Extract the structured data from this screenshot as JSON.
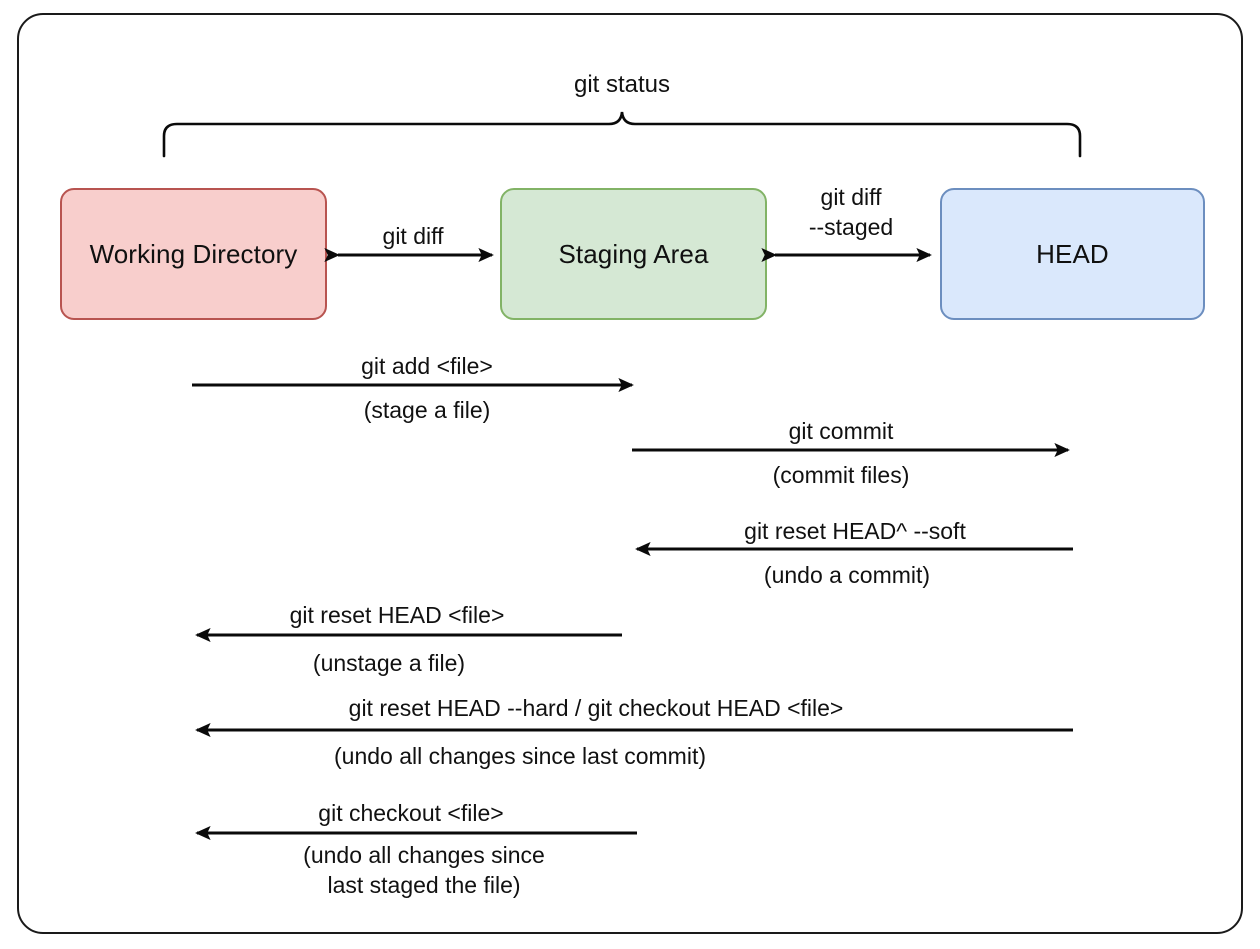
{
  "diagram": {
    "title_label": "git status",
    "stages": [
      {
        "name": "working-directory",
        "label": "Working Directory",
        "fill": "#f8cecc",
        "stroke": "#b85450"
      },
      {
        "name": "staging-area",
        "label": "Staging Area",
        "fill": "#d5e8d4",
        "stroke": "#82b366"
      },
      {
        "name": "head",
        "label": "HEAD",
        "fill": "#dae8fc",
        "stroke": "#6c8ebf"
      }
    ],
    "inline_arrows": [
      {
        "name": "git-diff",
        "command": "git diff",
        "direction": "both"
      },
      {
        "name": "git-diff-staged",
        "command_line1": "git diff",
        "command_line2": "--staged",
        "direction": "both"
      }
    ],
    "flows": [
      {
        "name": "git-add",
        "command": "git add <file>",
        "description": "(stage a file)",
        "direction": "right"
      },
      {
        "name": "git-commit",
        "command": "git commit",
        "description": "(commit files)",
        "direction": "right"
      },
      {
        "name": "git-reset-soft",
        "command": "git reset HEAD^ --soft",
        "description": "(undo a commit)",
        "direction": "left"
      },
      {
        "name": "git-reset-head-file",
        "command": "git reset HEAD <file>",
        "description": "(unstage a file)",
        "direction": "left"
      },
      {
        "name": "git-reset-hard",
        "command": "git reset HEAD --hard / git checkout HEAD <file>",
        "description": "(undo all changes since last commit)",
        "direction": "left"
      },
      {
        "name": "git-checkout-file",
        "command": "git checkout <file>",
        "description_line1": "(undo all changes since",
        "description_line2": "last staged the file)",
        "direction": "left"
      }
    ],
    "colors": {
      "stroke": "#0a0a0a",
      "frame": "#1a1a1a",
      "background": "#ffffff"
    }
  }
}
